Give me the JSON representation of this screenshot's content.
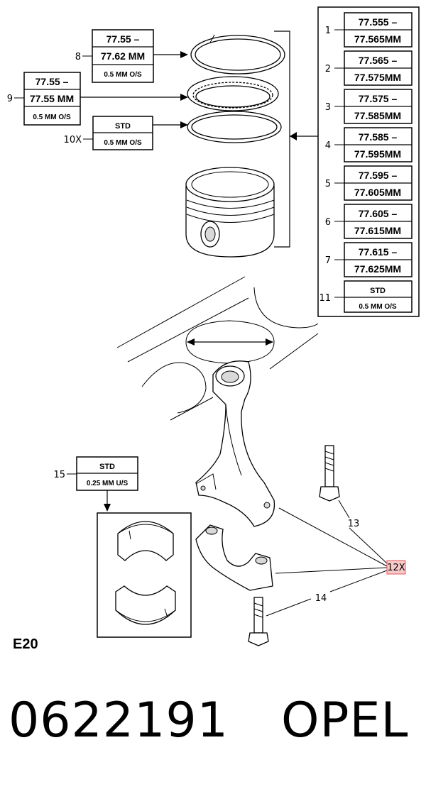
{
  "left_callouts": [
    {
      "number": "8",
      "lines": [
        "77.55 –",
        "77.62 MM",
        "0.5 MM O/S"
      ]
    },
    {
      "number": "9",
      "lines": [
        "77.55 –",
        "77.55 MM",
        "0.5 MM O/S"
      ]
    },
    {
      "number": "10X",
      "lines": [
        "STD",
        "0.5 MM O/S"
      ]
    }
  ],
  "right_callouts": [
    {
      "number": "1",
      "lines": [
        "77.555 –",
        "77.565MM"
      ]
    },
    {
      "number": "2",
      "lines": [
        "77.565 –",
        "77.575MM"
      ]
    },
    {
      "number": "3",
      "lines": [
        "77.575 –",
        "77.585MM"
      ]
    },
    {
      "number": "4",
      "lines": [
        "77.585 –",
        "77.595MM"
      ]
    },
    {
      "number": "5",
      "lines": [
        "77.595 –",
        "77.605MM"
      ]
    },
    {
      "number": "6",
      "lines": [
        "77.605 –",
        "77.615MM"
      ]
    },
    {
      "number": "7",
      "lines": [
        "77.615 –",
        "77.625MM"
      ]
    },
    {
      "number": "11",
      "lines": [
        "STD",
        "0.5 MM O/S"
      ]
    }
  ],
  "bearing_callout": {
    "number": "15",
    "lines": [
      "STD",
      "0.25 MM U/S"
    ]
  },
  "part_numbers": {
    "bolt_upper": "13",
    "bolt_lower": "14",
    "assembly": "12X"
  },
  "section_code": "E20",
  "footer": {
    "code": "0622191",
    "brand": "OPEL"
  },
  "colors": {
    "highlight": "#e05a5a",
    "highlight_fill": "#f7c9c9"
  }
}
